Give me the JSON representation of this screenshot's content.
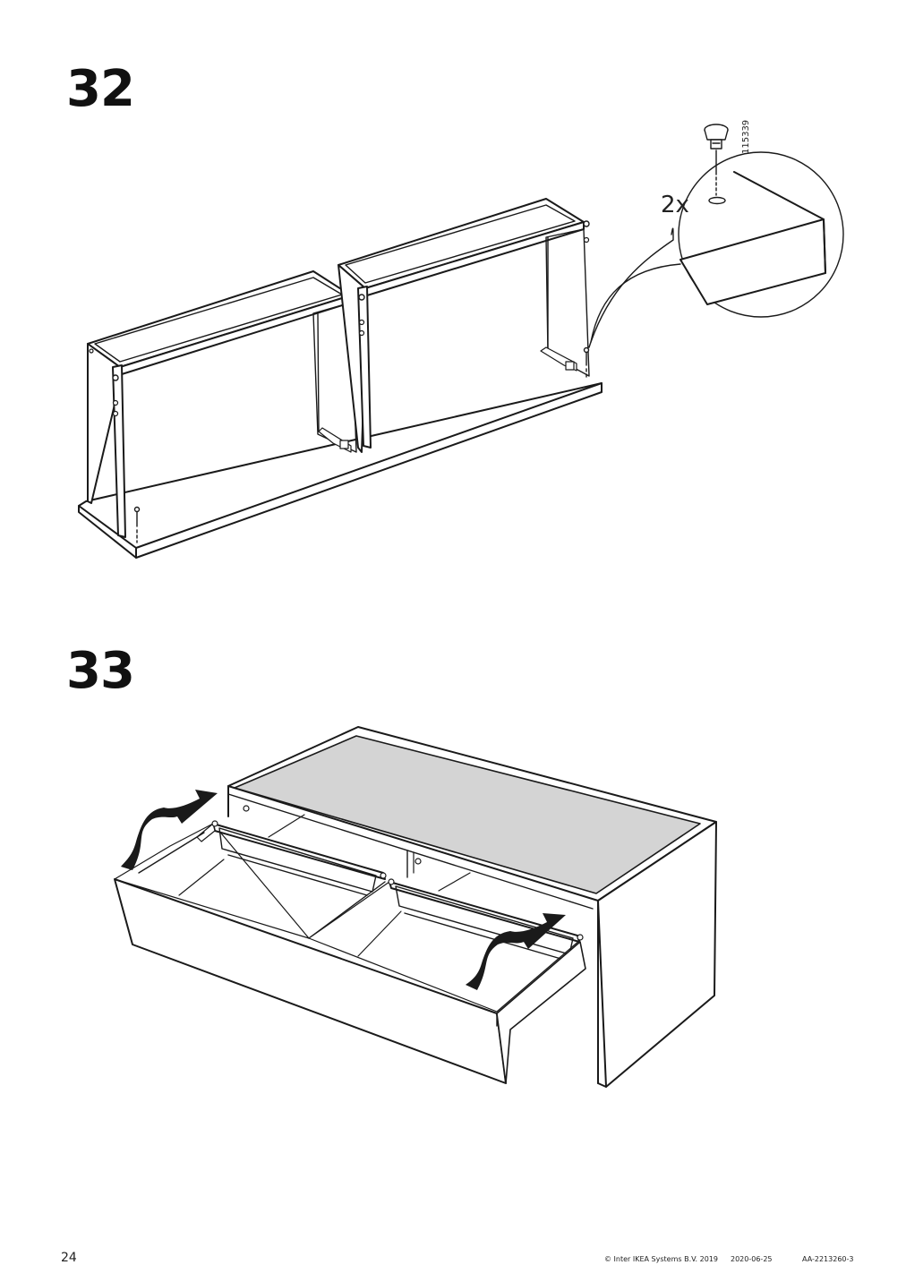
{
  "steps": [
    {
      "number": "32",
      "quantity_label": "2x",
      "part_number": "115339"
    },
    {
      "number": "33"
    }
  ],
  "footer": {
    "page_number": "24",
    "copyright": "© Inter IKEA Systems B.V. 2019",
    "date": "2020-06-25",
    "document_code": "AA-2213260-3"
  },
  "colors": {
    "line": "#1a1a1a",
    "top_panel_fill": "#d4d4d4",
    "arrow_fill": "#1a1a1a"
  }
}
